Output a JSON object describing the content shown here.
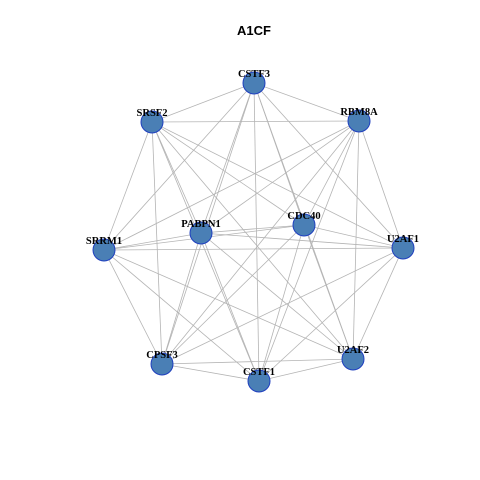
{
  "title": "A1CF",
  "colors": {
    "node_fill": "#4a7fb5",
    "node_stroke": "#1f3fbf",
    "edge": "#b4b4b4"
  },
  "nodes": [
    {
      "id": "CSTF3",
      "label": "CSTF3"
    },
    {
      "id": "SRSF2",
      "label": "SRSF2"
    },
    {
      "id": "RBM8A",
      "label": "RBM8A"
    },
    {
      "id": "CDC40",
      "label": "CDC40"
    },
    {
      "id": "PABPN1",
      "label": "PABPN1"
    },
    {
      "id": "SRRM1",
      "label": "SRRM1"
    },
    {
      "id": "U2AF1",
      "label": "U2AF1"
    },
    {
      "id": "CPSF3",
      "label": "CPSF3"
    },
    {
      "id": "U2AF2",
      "label": "U2AF2"
    },
    {
      "id": "CSTF1",
      "label": "CSTF1"
    }
  ],
  "edges": [
    [
      "CSTF3",
      "SRSF2"
    ],
    [
      "CSTF3",
      "RBM8A"
    ],
    [
      "CSTF3",
      "CDC40"
    ],
    [
      "CSTF3",
      "PABPN1"
    ],
    [
      "CSTF3",
      "SRRM1"
    ],
    [
      "CSTF3",
      "U2AF1"
    ],
    [
      "CSTF3",
      "CPSF3"
    ],
    [
      "CSTF3",
      "U2AF2"
    ],
    [
      "CSTF3",
      "CSTF1"
    ],
    [
      "SRSF2",
      "RBM8A"
    ],
    [
      "SRSF2",
      "CDC40"
    ],
    [
      "SRSF2",
      "PABPN1"
    ],
    [
      "SRSF2",
      "SRRM1"
    ],
    [
      "SRSF2",
      "U2AF1"
    ],
    [
      "SRSF2",
      "CPSF3"
    ],
    [
      "SRSF2",
      "U2AF2"
    ],
    [
      "SRSF2",
      "CSTF1"
    ],
    [
      "RBM8A",
      "CDC40"
    ],
    [
      "RBM8A",
      "PABPN1"
    ],
    [
      "RBM8A",
      "SRRM1"
    ],
    [
      "RBM8A",
      "U2AF1"
    ],
    [
      "RBM8A",
      "CPSF3"
    ],
    [
      "RBM8A",
      "U2AF2"
    ],
    [
      "RBM8A",
      "CSTF1"
    ],
    [
      "CDC40",
      "PABPN1"
    ],
    [
      "CDC40",
      "SRRM1"
    ],
    [
      "CDC40",
      "U2AF1"
    ],
    [
      "CDC40",
      "CPSF3"
    ],
    [
      "CDC40",
      "U2AF2"
    ],
    [
      "CDC40",
      "CSTF1"
    ],
    [
      "PABPN1",
      "SRRM1"
    ],
    [
      "PABPN1",
      "U2AF1"
    ],
    [
      "PABPN1",
      "CPSF3"
    ],
    [
      "PABPN1",
      "U2AF2"
    ],
    [
      "PABPN1",
      "CSTF1"
    ],
    [
      "SRRM1",
      "U2AF1"
    ],
    [
      "SRRM1",
      "CPSF3"
    ],
    [
      "SRRM1",
      "U2AF2"
    ],
    [
      "SRRM1",
      "CSTF1"
    ],
    [
      "U2AF1",
      "CPSF3"
    ],
    [
      "U2AF1",
      "U2AF2"
    ],
    [
      "U2AF1",
      "CSTF1"
    ],
    [
      "CPSF3",
      "U2AF2"
    ],
    [
      "CPSF3",
      "CSTF1"
    ],
    [
      "U2AF2",
      "CSTF1"
    ]
  ]
}
